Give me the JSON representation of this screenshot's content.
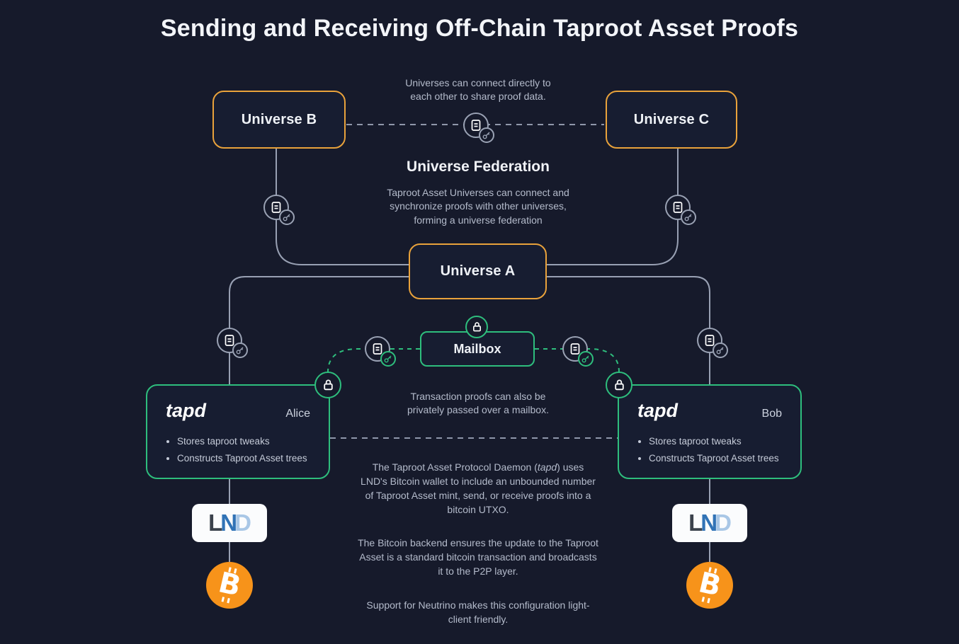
{
  "title": "Sending and Receiving Off-Chain Taproot Asset Proofs",
  "universe_b": {
    "label": "Universe B"
  },
  "universe_c": {
    "label": "Universe C"
  },
  "universe_a": {
    "label": "Universe A"
  },
  "mailbox": {
    "label": "Mailbox"
  },
  "direct_note": {
    "line1": "Universes can connect directly to",
    "line2": "each other to share proof data."
  },
  "federation": {
    "title": "Universe Federation",
    "line1": "Taproot Asset Universes can connect and",
    "line2": "synchronize proofs with other universes,",
    "line3": "forming a universe federation"
  },
  "mailbox_note": {
    "line1": "Transaction proofs can also be",
    "line2": "privately passed over a mailbox."
  },
  "tapd_alice": {
    "title": "tapd",
    "owner": "Alice",
    "bullet1": "Stores taproot tweaks",
    "bullet2": "Constructs Taproot Asset trees"
  },
  "tapd_bob": {
    "title": "tapd",
    "owner": "Bob",
    "bullet1": "Stores taproot tweaks",
    "bullet2": "Constructs Taproot Asset trees"
  },
  "paragraphs": {
    "tapd_pre": "The Taproot Asset Protocol Daemon (",
    "tapd_em": "tapd",
    "tapd_post": ") uses LND's Bitcoin wallet to include an unbounded number of Taproot Asset mint, send, or receive proofs into a bitcoin UTXO.",
    "bitcoin_backend": "The Bitcoin backend ensures the update to the Taproot Asset is a standard bitcoin transaction and broadcasts it to the P2P layer.",
    "neutrino": "Support for Neutrino makes this configuration light-client friendly."
  },
  "lnd": {
    "l": "L",
    "n": "N",
    "d": "D"
  },
  "bitcoin": {
    "symbol": "B"
  },
  "colors": {
    "background": "#161a2b",
    "node_fill": "#171d31",
    "universe_border": "#e9a23b",
    "green_border": "#2ebe7d",
    "connector_line": "#98a0b3",
    "text_muted": "#b4bbcb",
    "bitcoin_orange": "#f7931a",
    "lnd_l": "#3b424c",
    "lnd_n": "#3173b6",
    "lnd_d": "#a9c7e6"
  }
}
